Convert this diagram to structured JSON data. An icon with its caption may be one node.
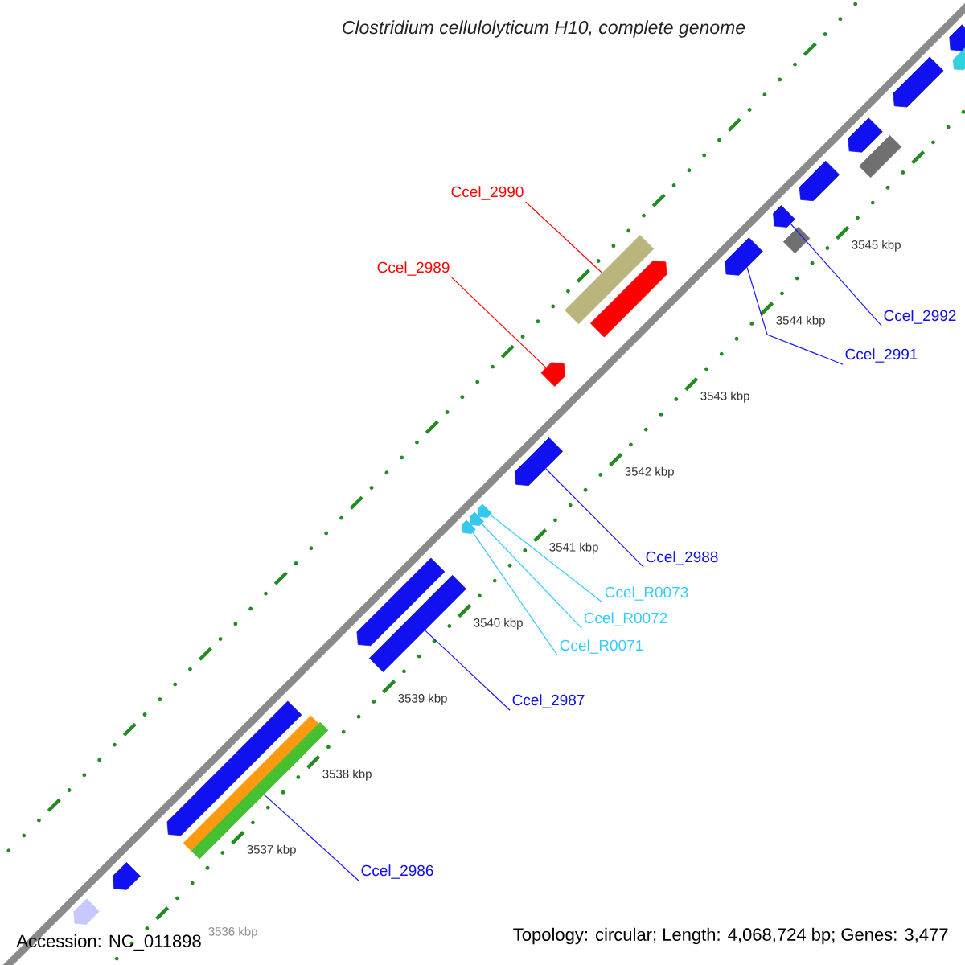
{
  "diagram": {
    "title": "Clostridium cellulolyticum H10, complete genome",
    "nodes": [
      {
        "text": [
          "Ccel_2990"
        ]
      },
      {
        "text": [
          "Ccel_2989"
        ]
      },
      {
        "text": [
          "Ccel_2992"
        ]
      },
      {
        "text": [
          "Ccel_2991"
        ]
      },
      {
        "text": [
          "Ccel_2988"
        ]
      },
      {
        "text": [
          "Ccel_R0073"
        ]
      },
      {
        "text": [
          "Ccel_R0072"
        ]
      },
      {
        "text": [
          "Ccel_R0071"
        ]
      },
      {
        "text": [
          "Ccel_2987"
        ]
      },
      {
        "text": [
          "Ccel_2986"
        ]
      },
      {
        "text": [],
        "shape": "arrow"
      },
      {
        "text": [],
        "shape": "arrow"
      },
      {
        "text": [],
        "shape": "arrow"
      },
      {
        "text": [],
        "shape": "arrow"
      },
      {
        "text": [],
        "shape": "bar"
      },
      {
        "text": [],
        "shape": "arrow"
      },
      {
        "text": [],
        "shape": "arrow"
      },
      {
        "text": [],
        "shape": "bar"
      },
      {
        "text": [],
        "shape": "arrow"
      },
      {
        "text": [],
        "shape": "bar"
      },
      {
        "text": [],
        "shape": "arrow"
      },
      {
        "text": [],
        "shape": "arrow"
      },
      {
        "text": [],
        "shape": "arrow"
      },
      {
        "text": [],
        "shape": "arrow"
      },
      {
        "text": [],
        "shape": "arrow"
      },
      {
        "text": [],
        "shape": "arrow"
      },
      {
        "text": [],
        "shape": "arrow"
      },
      {
        "text": [],
        "shape": "bar"
      },
      {
        "text": [],
        "shape": "arrow"
      },
      {
        "text": [],
        "shape": "bar"
      },
      {
        "text": [],
        "shape": "bar"
      },
      {
        "text": [],
        "shape": "arrow"
      },
      {
        "text": [],
        "shape": "arrow"
      }
    ],
    "edges": [
      {
        "from": 0,
        "to": 19,
        "arrow": "none",
        "color": "#ff0000"
      },
      {
        "from": 1,
        "to": 21,
        "arrow": "none",
        "color": "#ff0000"
      },
      {
        "from": 2,
        "to": 16,
        "arrow": "none"
      },
      {
        "from": 3,
        "to": 18,
        "arrow": "none"
      },
      {
        "from": 4,
        "to": 22,
        "arrow": "none"
      },
      {
        "from": 5,
        "to": 23,
        "arrow": "none",
        "color": "#33ccff"
      },
      {
        "from": 6,
        "to": 24,
        "arrow": "none",
        "color": "#33ccff"
      },
      {
        "from": 7,
        "to": 25,
        "arrow": "none",
        "color": "#33ccff"
      },
      {
        "from": 8,
        "to": 27,
        "arrow": "none"
      },
      {
        "from": 9,
        "to": 30,
        "arrow": "none"
      }
    ],
    "labels": [
      "3545 kbp",
      "3544 kbp",
      "3543 kbp",
      "3542 kbp",
      "3541 kbp",
      "3540 kbp",
      "3539 kbp",
      "3538 kbp",
      "3537 kbp",
      "3536 kbp",
      "Accession: NC_011898",
      "Topology: circular; Length: 4,068,724 bp; Genes: 3,477"
    ]
  }
}
